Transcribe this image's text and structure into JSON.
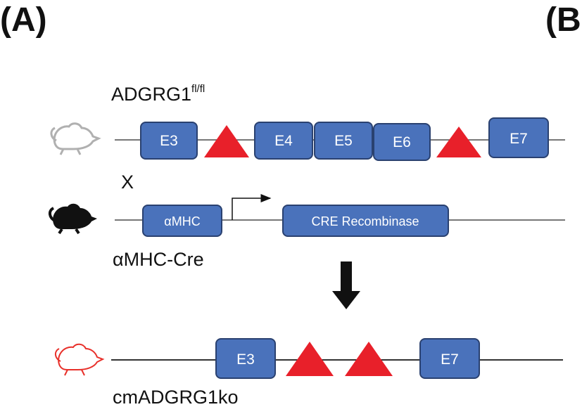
{
  "panels": {
    "a": "(A)",
    "b": "(B"
  },
  "rows": {
    "flox": {
      "label": "ADGRG1",
      "label_sup": "fl/fl",
      "exons": [
        "E3",
        "E4",
        "E5",
        "E6",
        "E7"
      ],
      "mouse_color": "#b0b0b0"
    },
    "cross": {
      "symbol": "X"
    },
    "cre": {
      "label": "αMHC-Cre",
      "promoter": "αMHC",
      "gene": "CRE Recombinase",
      "mouse_color": "#111111"
    },
    "ko": {
      "label": "cmADGRG1ko",
      "exons": [
        "E3",
        "E7"
      ],
      "mouse_color": "#e8302a"
    }
  },
  "colors": {
    "exon": "#4a72bb",
    "loxp": "#e8202a",
    "arrow": "#111111"
  }
}
